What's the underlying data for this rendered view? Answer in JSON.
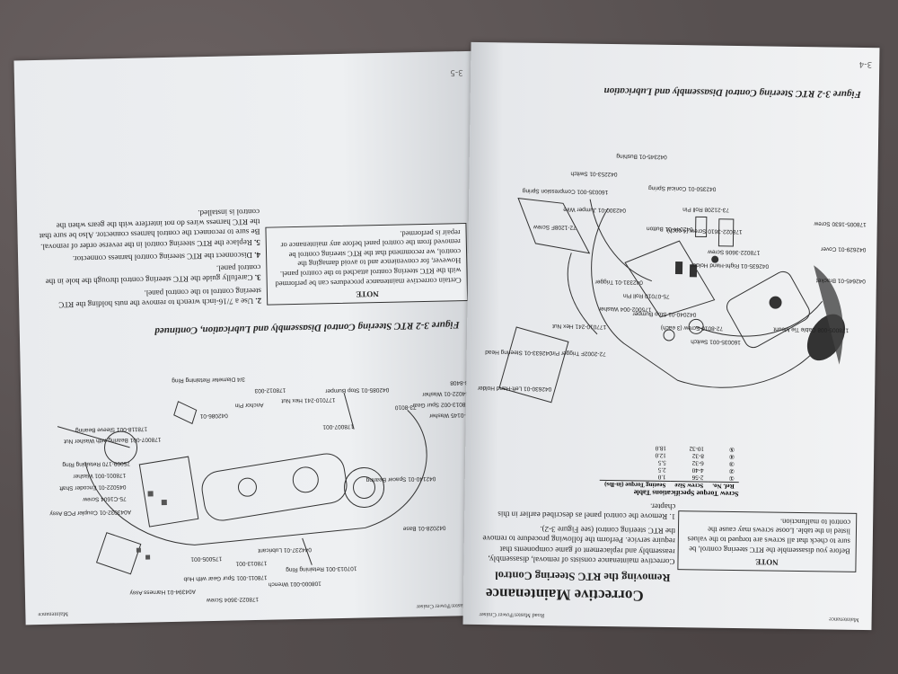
{
  "left_page": {
    "header": "Road Master/Power Cruiser",
    "header_right": "Maintenance",
    "page_number": "3-5",
    "figure_caption": "Figure 3-2  RTC Steering Control Disassembly and Lubrication, Continued",
    "steps": [
      {
        "num": "2.",
        "text": "Use a 7/16-inch wrench to remove the nuts holding the RTC steering control to the control panel."
      },
      {
        "num": "3.",
        "text": "Carefully guide the RTC steering control through the hole in the control panel."
      },
      {
        "num": "4.",
        "text": "Disconnect the RTC steering control harness connector."
      },
      {
        "num": "5.",
        "text": "Replace the RTC steering control in the reverse order of removal. Be sure to reconnect the control harness connector. Also be sure that the RTC harness wires do not interfere with the gears when the control is installed."
      }
    ],
    "note": {
      "title": "NOTE",
      "text": "Certain corrective maintenance procedures can be performed with the RTC steering control attached to the control panel. However, for convenience and to avoid damaging the control, we recommend that the RTC steering control be removed from the control panel before any maintenance or repair is performed."
    },
    "part_labels": [
      "75-0145 Washer",
      "178013-002 Spur Gear",
      "044022-01 Washer",
      "73-8408",
      "A04394-01 Harness Assy",
      "178022-3604 Screw",
      "108000-001 Wrench",
      "178011-001 Spur Gear with Hub",
      "107013-001 Retaining Ring",
      "178013-001",
      "175005-001",
      "044237-01 Lubricant",
      "178007-001",
      "042086-01",
      "A043032-01 Coupler PCB Assy",
      "75-C1604 Screw",
      "045022-01 Encoder Shaft",
      "178001-001 Washer",
      "75009-170 Retaining Ring",
      "178007-001 Bearing with Washer Nut",
      "178118-001 Sleeve Bearing",
      "178012-003",
      "177010-241 Hex Nut",
      "042085-01 Stop Bumper",
      "042140-01 Spacer Bearing",
      "042028-01 Base",
      "73-8010",
      "Anchor Pin",
      "3/4 Diameter Retaining Ring"
    ]
  },
  "right_page": {
    "header": "Maintenance",
    "header_right": "Road Master/Power Cruiser",
    "page_number": "3-4",
    "section_title": "Corrective Maintenance",
    "subsection_title": "Removing the RTC Steering Control",
    "intro": "Corrective maintenance consists of removal, disassembly, reassembly and replacement of game components that require service. Perform the following procedure to remove the RTC steering control (see Figure 3-2).",
    "step1": "1. Remove the control panel as described earlier in this chapter.",
    "note": {
      "title": "NOTE",
      "text": "Before you disassemble the RTC steering control, be sure to check that all screws are torqued to the values listed in the table. Loose screws may cause the control to malfunction."
    },
    "spec_table": {
      "title": "Screw Torque Specifications Table",
      "headers": [
        "Ref. No.",
        "Screw Size",
        "Seating Torque (in-lbs)"
      ],
      "rows": [
        [
          "①",
          "2-56",
          "1.0"
        ],
        [
          "②",
          "4-40",
          "2.5"
        ],
        [
          "③",
          "6-32",
          "5.5"
        ],
        [
          "④",
          "8-32",
          "12.0"
        ],
        [
          "⑤",
          "10-32",
          "18.0"
        ]
      ]
    },
    "figure_caption": "Figure 3-2  RTC Steering Control Disassembly and Lubrication",
    "part_labels": [
      "042629-01 Cover",
      "178005-1630 Screw",
      "042635-01 Right-Hand Holder",
      "178022-3606 Screw",
      "042645-01 Bracket",
      "178022-3610 Screw (4 each)",
      "73-21208 Roll Pin",
      "042350-01 Conical Spring",
      "042044-01 Button",
      "160035-001 Compression Spring",
      "042253-01 Switch",
      "72-1208F Screw",
      "72-2002F Trigger Pin",
      "042345-01 Bushing",
      "042630-01 Left-Hand Holder",
      "042633-01 Steering Head",
      "177010-241 Hex Nut",
      "175002-004 Washer",
      "75-07010 Roll Pin",
      "042040-01 Stop Bumper",
      "72-8010 Screw (3 each)",
      "042331-01 Trigger",
      "160035-001 Switch",
      "178005-008 Cable Tie Mount",
      "042300-01 Jumper Wire"
    ],
    "margin_note": "3-4"
  }
}
